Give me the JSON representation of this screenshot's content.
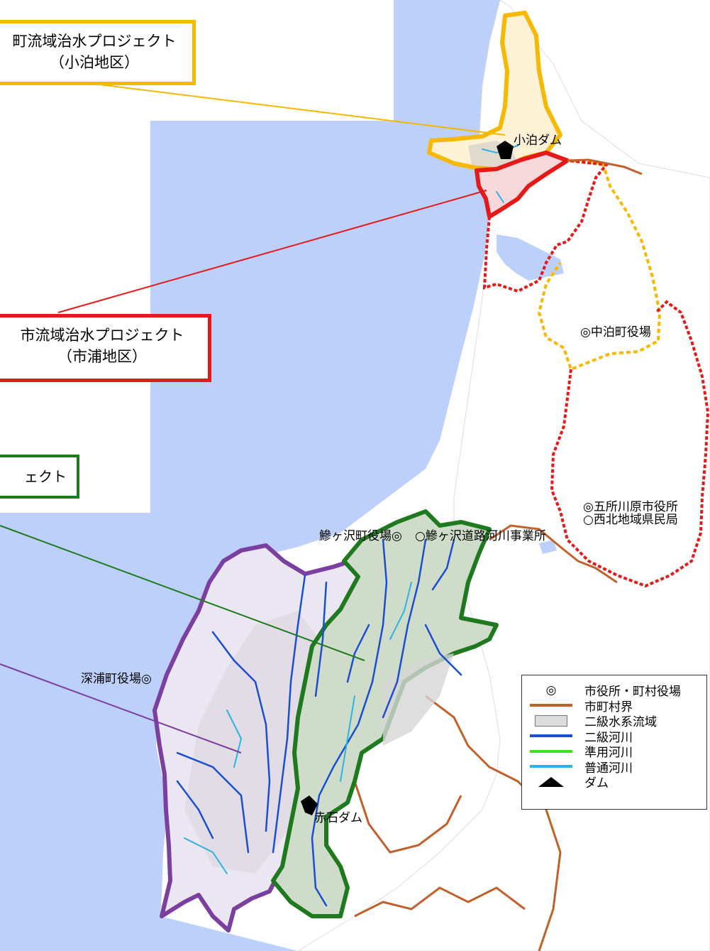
{
  "callouts": {
    "kodomari": {
      "line1": "町流域治水プロジェクト",
      "line2": "（小泊地区）",
      "color": "#f6b800"
    },
    "ichiura": {
      "line1": "市流域治水プロジェクト",
      "line2": "（市浦地区）",
      "color": "#e41a1a"
    },
    "green": {
      "line1": "ェクト",
      "color": "#1f7a1f"
    }
  },
  "places": {
    "kodomari_dam": "小泊ダム",
    "nakadomari_office": "◎中泊町役場",
    "goshogawara_office": "◎五所川原市役所",
    "seihoku_bureau": "○西北地域県民局",
    "ajigasawa_office": "鰺ヶ沢町役場◎",
    "ajigasawa_road_office": "○鰺ヶ沢道路河川事業所",
    "fukaura_office": "深浦町役場◎",
    "akaishi_dam": "赤石ダム"
  },
  "legend": {
    "items": [
      {
        "symbol": "office-mark-icon",
        "label": "市役所・町村役場"
      },
      {
        "symbol": "boundary-line",
        "label": "市町村界",
        "color": "#c0602a"
      },
      {
        "symbol": "basin-box",
        "label": "二級水系流域",
        "color": "#dcdcdc"
      },
      {
        "symbol": "river-line",
        "label": "二級河川",
        "color": "#1b4fd1"
      },
      {
        "symbol": "river-line",
        "label": "準用河川",
        "color": "#44dd22"
      },
      {
        "symbol": "river-line",
        "label": "普通河川",
        "color": "#2bb3e6"
      },
      {
        "symbol": "dam-icon",
        "label": "ダム",
        "color": "#000000"
      }
    ],
    "office_mark": "◎"
  },
  "colors": {
    "sea": "#bcd0fb",
    "kodomari_outline": "#f6b800",
    "ichiura_outline": "#e41a1a",
    "akaishi_outline": "#1f7a1f",
    "fukaura_outline": "#7b3fa0",
    "boundary": "#c0602a"
  }
}
